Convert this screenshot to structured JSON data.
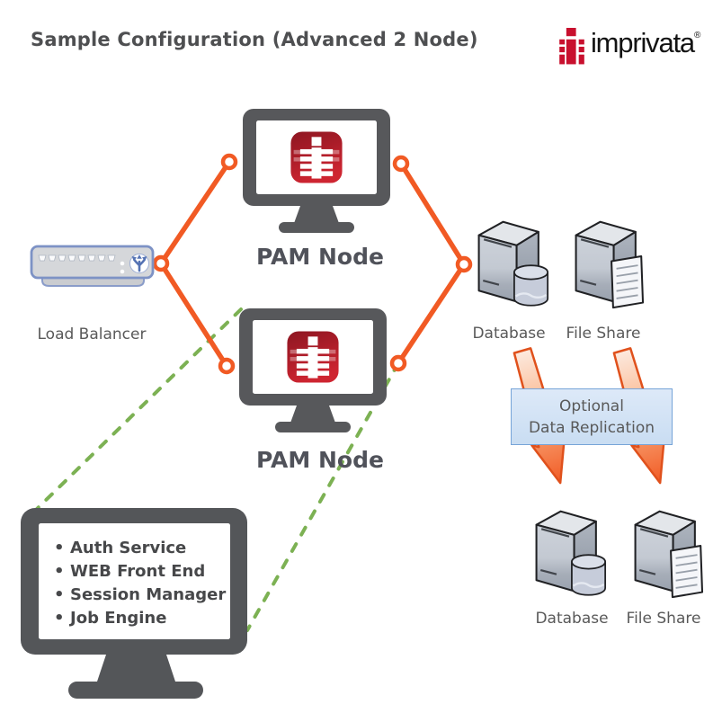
{
  "title": "Sample Configuration (Advanced 2 Node)",
  "logo": {
    "brand": "imprivata",
    "registered_mark": "®"
  },
  "nodes": {
    "load_balancer": {
      "label": "Load Balancer"
    },
    "pam_node_top": {
      "label": "PAM Node"
    },
    "pam_node_bottom": {
      "label": "PAM Node"
    },
    "database_primary": {
      "label": "Database"
    },
    "file_share_primary": {
      "label": "File Share"
    },
    "database_replica": {
      "label": "Database"
    },
    "file_share_replica": {
      "label": "File Share"
    }
  },
  "replication_note": {
    "line1": "Optional",
    "line2": "Data Replication"
  },
  "pam_services": {
    "bullet": "•",
    "items": [
      "Auth Service",
      "WEB Front End",
      "Session Manager",
      "Job Engine"
    ]
  },
  "icons": {
    "imprivata_mark": "imprivata-ladder-i-icon",
    "pam_node": "monitor-with-imprivata-app-icon",
    "load_balancer": "network-appliance-icon",
    "database": "server-tower-with-database-cylinder-icon",
    "file_share": "server-tower-with-document-icon",
    "replication_arrow": "orange-down-arrow-icon",
    "connector_ring": "orange-ring-endpoint-icon"
  },
  "colors": {
    "connector_orange": "#F15A24",
    "dashed_green": "#7CB153",
    "imprivata_red": "#C8102E",
    "monitor_gray": "#57585B",
    "note_fill": "#D3E3F6",
    "note_border": "#76A4D8",
    "label_gray": "#595959"
  }
}
